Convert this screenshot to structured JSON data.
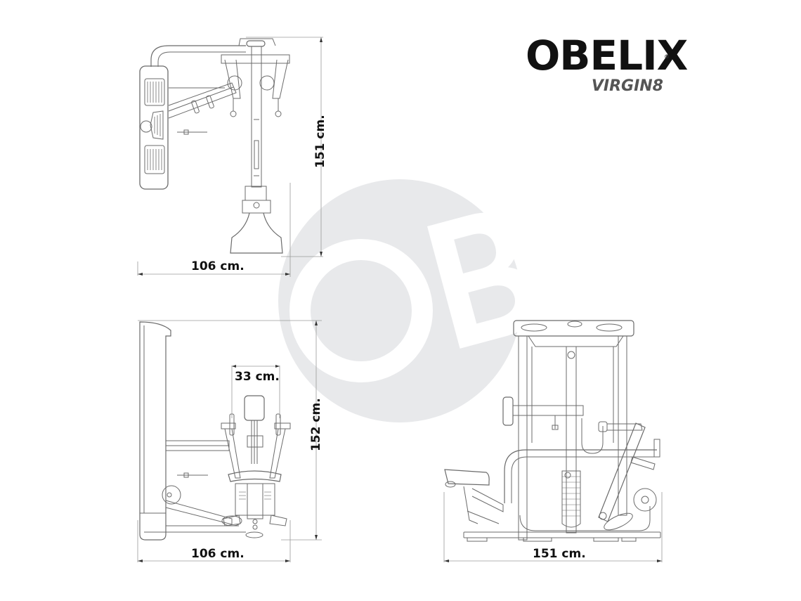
{
  "brand": {
    "name": "OBELIX",
    "registered_mark": "®",
    "model": "VIRGIN8"
  },
  "watermark": {
    "text": "OB",
    "color": "#e8e9eb"
  },
  "views": [
    {
      "name": "top-view",
      "dimensions": {
        "width": "106 cm.",
        "depth": "151 cm."
      }
    },
    {
      "name": "front-view",
      "dimensions": {
        "width": "106 cm.",
        "height": "152 cm.",
        "handle_span": "33 cm."
      }
    },
    {
      "name": "side-view",
      "dimensions": {
        "length": "151 cm."
      }
    }
  ],
  "colors": {
    "line": "#6b6b6b",
    "dim_line": "#9a9a9a",
    "text": "#111111"
  }
}
